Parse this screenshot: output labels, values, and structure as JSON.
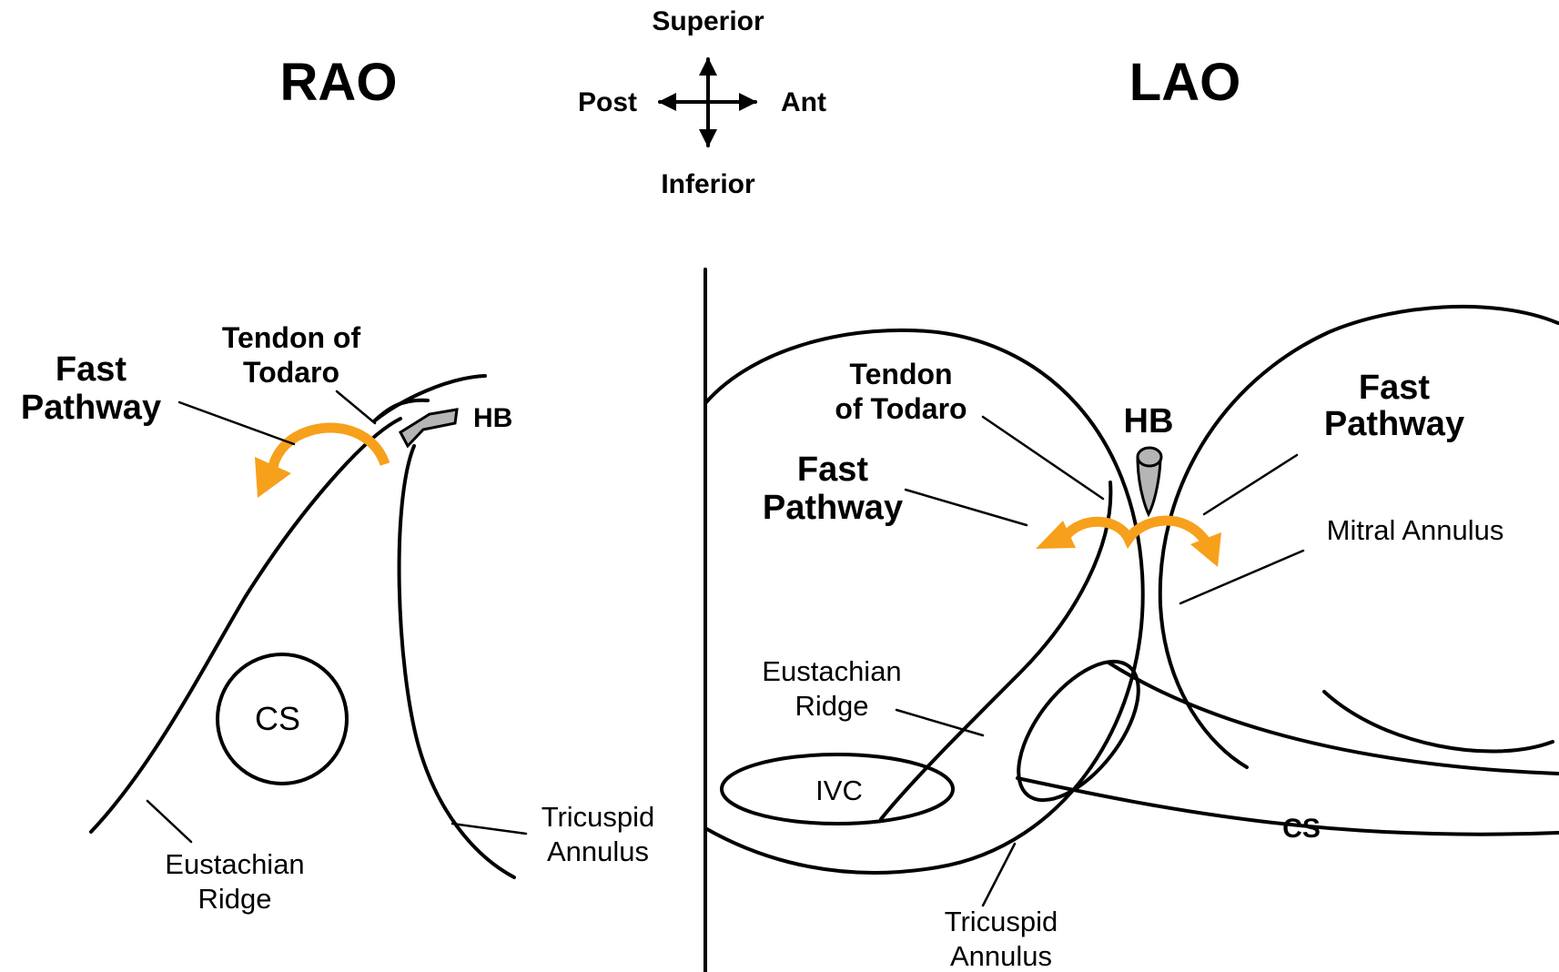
{
  "colors": {
    "accent_arrow": "#f7a01c",
    "his_bundle_fill": "#b5b5b5",
    "line": "#000000",
    "background": "#ffffff"
  },
  "orientation": {
    "superior": "Superior",
    "inferior": "Inferior",
    "posterior": "Post",
    "anterior": "Ant"
  },
  "rao": {
    "title": "RAO",
    "fast_pathway_line1": "Fast",
    "fast_pathway_line2": "Pathway",
    "tendon_line1": "Tendon of",
    "tendon_line2": "Todaro",
    "his_bundle": "HB",
    "coronary_sinus": "CS",
    "eustachian_line1": "Eustachian",
    "eustachian_line2": "Ridge",
    "tricuspid_line1": "Tricuspid",
    "tricuspid_line2": "Annulus"
  },
  "lao": {
    "title": "LAO",
    "tendon_line1": "Tendon",
    "tendon_line2": "of Todaro",
    "his_bundle": "HB",
    "fast_pathway_left_line1": "Fast",
    "fast_pathway_left_line2": "Pathway",
    "fast_pathway_right_line1": "Fast",
    "fast_pathway_right_line2": "Pathway",
    "mitral": "Mitral Annulus",
    "eustachian_line1": "Eustachian",
    "eustachian_line2": "Ridge",
    "ivc": "IVC",
    "coronary_sinus": "CS",
    "tricuspid_line1": "Tricuspid",
    "tricuspid_line2": "Annulus"
  }
}
